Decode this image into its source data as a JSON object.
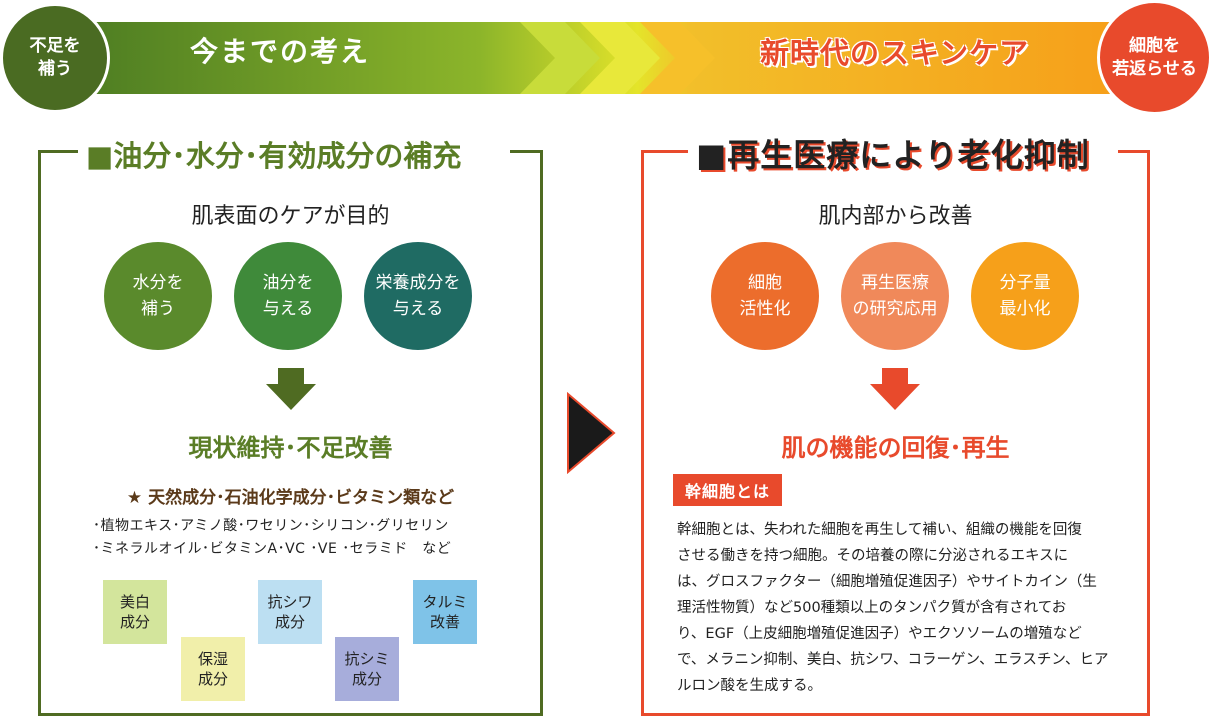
{
  "banner": {
    "left_badge": [
      "不足を",
      "補う"
    ],
    "left_title": "今までの考え",
    "right_title": "新時代のスキンケア",
    "right_badge": [
      "細胞を",
      "若返らせる"
    ],
    "colors": {
      "green": "#4a6b22",
      "orange": "#f6a01a",
      "red": "#e84a2c",
      "yellow": "#e4e42a"
    }
  },
  "left_panel": {
    "heading": "■油分･水分･有効成分の補充",
    "subhead": "肌表面のケアが目的",
    "circles": [
      {
        "lines": [
          "水分を",
          "補う"
        ],
        "color": "#5a8a2c"
      },
      {
        "lines": [
          "油分を",
          "与える"
        ],
        "color": "#3f8a3a"
      },
      {
        "lines": [
          "栄養成分を",
          "与える"
        ],
        "color": "#1f6b63"
      }
    ],
    "result": "現状維持･不足改善",
    "star_line": "★ 天然成分･石油化学成分･ビタミン類など",
    "ingredients": [
      "･植物エキス･アミノ酸･ワセリン･シリコン･グリセリン",
      "･ミネラルオイル･ビタミンA･VC ･VE ･セラミド　など"
    ],
    "tags": [
      {
        "lines": [
          "美白",
          "成分"
        ],
        "color": "#d3e59c"
      },
      {
        "lines": [
          "保湿",
          "成分"
        ],
        "color": "#f1efaa"
      },
      {
        "lines": [
          "抗シワ",
          "成分"
        ],
        "color": "#bcdff2"
      },
      {
        "lines": [
          "抗シミ",
          "成分"
        ],
        "color": "#a7addb"
      },
      {
        "lines": [
          "タルミ",
          "改善"
        ],
        "color": "#7fc3e8"
      }
    ]
  },
  "right_panel": {
    "heading": "■再生医療により老化抑制",
    "subhead": "肌内部から改善",
    "circles": [
      {
        "lines": [
          "細胞",
          "活性化"
        ],
        "color": "#ec6d2c"
      },
      {
        "lines": [
          "再生医療",
          "の研究応用"
        ],
        "color": "#f0895a"
      },
      {
        "lines": [
          "分子量",
          "最小化"
        ],
        "color": "#f6a01a"
      }
    ],
    "result": "肌の機能の回復･再生",
    "stem_label": "幹細胞とは",
    "stem_lines": [
      "幹細胞とは、失われた細胞を再生して補い、組織の機能を回復",
      "させる働きを持つ細胞。その培養の際に分泌されるエキスに",
      "は、グロスファクター（細胞増殖促進因子）やサイトカイン（生",
      "理活性物質）など500種類以上のタンパク質が含有されてお",
      "り、EGF（上皮細胞増殖促進因子）やエクソソームの増殖など",
      "で、メラニン抑制、美白、抗シワ、コラーゲン、エラスチン、ヒア",
      "ルロン酸を生成する。"
    ]
  }
}
